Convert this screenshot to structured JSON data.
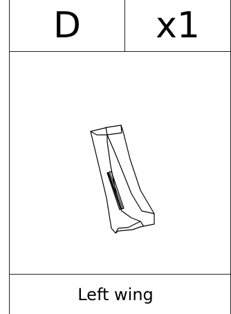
{
  "part": {
    "letter": "D",
    "quantity": "x1",
    "name": "Left wing"
  },
  "illustration": {
    "icon": "left-wing-part-icon"
  }
}
